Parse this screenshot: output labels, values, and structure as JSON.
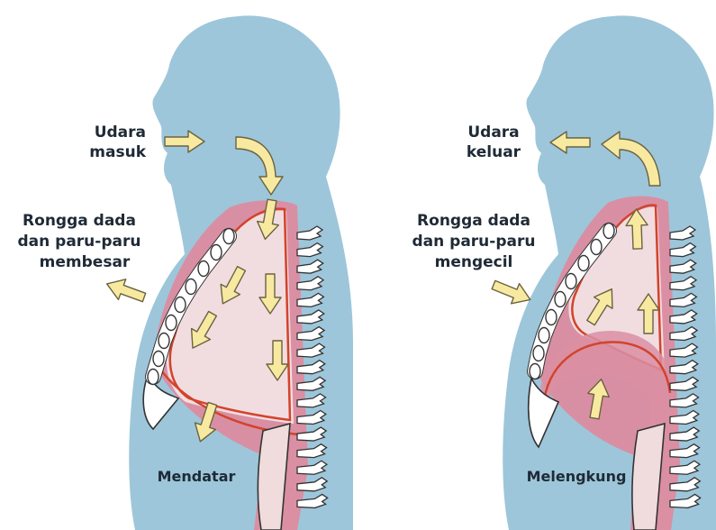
{
  "panels": [
    {
      "id": "inhale",
      "air_label_line1": "Udara",
      "air_label_line2": "masuk",
      "cavity_line1": "Rongga dada",
      "cavity_line2": "dan paru-paru",
      "cavity_line3": "membesar",
      "diaphragm_label": "Mendatar"
    },
    {
      "id": "exhale",
      "air_label_line1": "Udara",
      "air_label_line2": "keluar",
      "cavity_line1": "Rongga dada",
      "cavity_line2": "dan paru-paru",
      "cavity_line3": "mengecil",
      "diaphragm_label": "Melengkung"
    }
  ],
  "colors": {
    "body": "#9dc6da",
    "chest_wall": "#d98fa3",
    "lung": "#f1dde0",
    "lung_outline": "#d3432c",
    "bone": "#ffffff",
    "bone_outline": "#333333",
    "arrow_fill": "#f7eaa0",
    "arrow_stroke": "#6b6242",
    "text": "#1f2a36"
  }
}
